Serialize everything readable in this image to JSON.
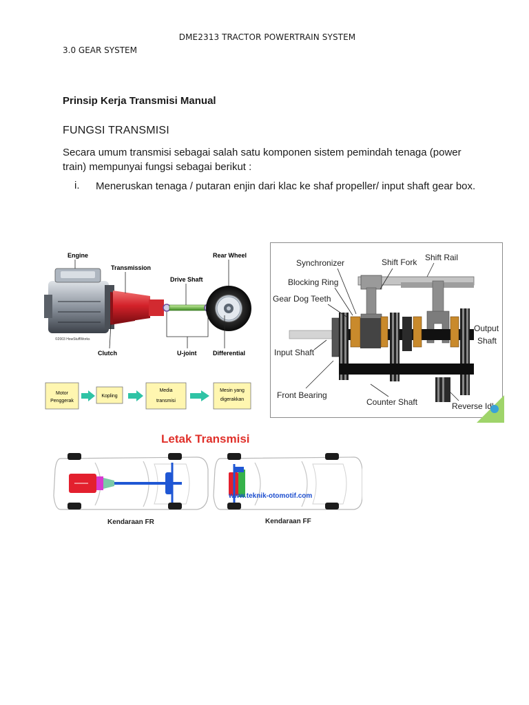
{
  "header": {
    "course_title": "DME2313 TRACTOR POWERTRAIN SYSTEM"
  },
  "section": {
    "label": "3.0 GEAR SYSTEM"
  },
  "content": {
    "title": "Prinsip Kerja Transmisi Manual",
    "subheading": "FUNGSI TRANSMISI",
    "paragraph": "Secara umum transmisi sebagai salah satu komponen sistem pemindah tenaga (power train) mempunyai fungsi sebagai berikut :",
    "list": [
      {
        "marker": "i.",
        "text": "Meneruskan tenaga / putaran enjin dari klac ke shaf propeller/ input shaft gear box."
      }
    ]
  },
  "figures": {
    "powertrain": {
      "labels": {
        "engine": "Engine",
        "transmission": "Transmission",
        "rear_wheel": "Rear Wheel",
        "drive_shaft": "Drive Shaft",
        "clutch": "Clutch",
        "ujoint": "U-joint",
        "differential": "Differential",
        "copyright": "©2003 HowStuffWorks"
      },
      "flow": [
        {
          "line1": "Motor",
          "line2": "Penggerak"
        },
        {
          "line1": "Kopling",
          "line2": ""
        },
        {
          "line1": "Media",
          "line2": "transmisi"
        },
        {
          "line1": "Mesin yang",
          "line2": "digerakkan"
        }
      ]
    },
    "gearbox": {
      "labels": {
        "synchronizer": "Synchronizer",
        "shift_fork": "Shift Fork",
        "shift_rail": "Shift Rail",
        "blocking_ring": "Blocking Ring",
        "gear_dog_teeth": "Gear Dog Teeth",
        "output_shaft_1": "Output",
        "output_shaft_2": "Shaft",
        "input_shaft": "Input Shaft",
        "front_bearing": "Front Bearing",
        "counter_shaft": "Counter Shaft",
        "reverse_idler": "Reverse Idl"
      }
    },
    "placement": {
      "title": "Letak Transmisi",
      "watermark": "www.teknik-otomotif.com",
      "fr_label": "Kendaraan FR",
      "ff_label": "Kendaraan FF"
    }
  },
  "colors": {
    "letak_title": "#e0302a",
    "flow_box_fill": "#fff6b0",
    "flow_arrow": "#2fc3a5",
    "transmission_red": "#d4222a",
    "engine_red": "#e3202e",
    "watermark_blue": "#1e4fcf"
  }
}
